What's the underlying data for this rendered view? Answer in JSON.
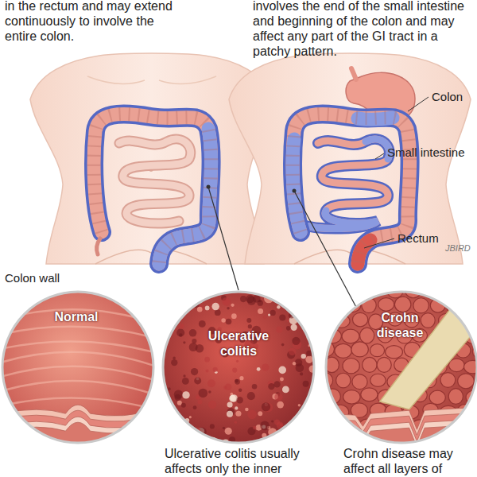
{
  "diagram": {
    "nodes": [
      {
        "text": [
          "Normal"
        ]
      },
      {
        "text": [
          "Ulcerative colitis"
        ]
      },
      {
        "text": [
          "Crohn disease"
        ]
      }
    ],
    "labels": [
      "in the rectum and may extend continuously to involve the entire colon.",
      "involves the end of the small intestine and beginning of the colon and may affect any part of the GI tract in a patchy pattern.",
      "Colon",
      "Small intestine",
      "Rectum",
      "JBIRD",
      "Colon wall",
      "Ulcerative colitis usually affects only the inner",
      "Crohn disease may affect all layers of"
    ]
  }
}
